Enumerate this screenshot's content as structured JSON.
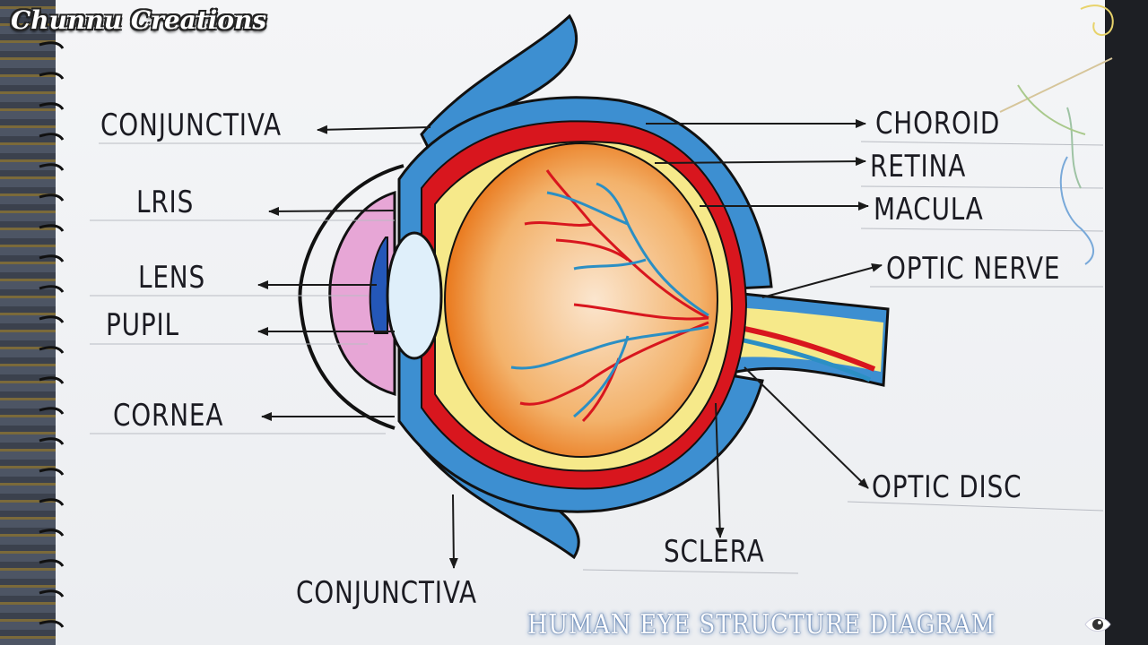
{
  "brand": "Chunnu Creations",
  "caption": "HUMAN EYE  STRUCTURE DIAGRAM",
  "caption_icon": "eye-icon",
  "labels": {
    "conjunctiva_top": "CONJUNCTIVA",
    "iris": "LRIS",
    "lens": "LENS",
    "pupil": "PUPIL",
    "cornea": "CORNEA",
    "conjunctiva_bottom": "CONJUNCTIVA",
    "choroid": "CHOROID",
    "retina": "RETINA",
    "macula": "MACULA",
    "optic_nerve": "OPTIC NERVE",
    "optic_disc": "OPTIC DISC",
    "sclera": "SCLERA"
  },
  "colors": {
    "sclera": "#3d8fd1",
    "choroid": "#d8161e",
    "retina": "#f6e98a",
    "vitreous": "#f08a2a",
    "iris": "#e7a6d6",
    "artery": "#d8161e",
    "vein": "#2b8fc4"
  }
}
